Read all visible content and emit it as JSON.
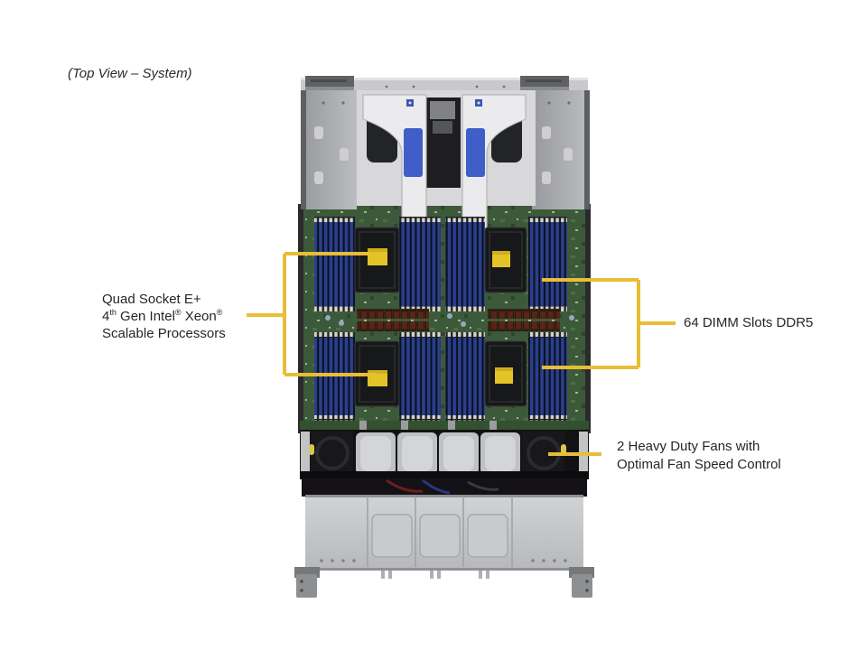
{
  "title": "(Top View – System)",
  "callouts": {
    "processors": {
      "line1": "Quad Socket E+",
      "line2_num": "4",
      "line2_sup1": "th",
      "line2_mid": " Gen Intel",
      "line2_sup2": "®",
      "line2_xeon": " Xeon",
      "line2_sup3": "®",
      "line3": "Scalable Processors"
    },
    "dimm": {
      "text": "64 DIMM Slots DDR5"
    },
    "fans": {
      "line1": "2 Heavy Duty Fans with",
      "line2": "Optimal Fan Speed Control"
    }
  },
  "colors": {
    "callout_line": "#e9bd35",
    "dimm_slot_blue": "#2a3f8c",
    "pcb_green": "#3c5a3a",
    "cpu_socket_black": "#17181a",
    "cpu_sticker_yellow": "#e3c428",
    "chassis_gray": "#c6c7c9",
    "riser_blue": "#3f5ec7",
    "text": "#262626"
  },
  "illustration": {
    "name": "server-chassis-top-view",
    "depicted_parts": [
      "psu-left",
      "psu-right",
      "riser-bracket",
      "air-shroud",
      "cpu-socket-1",
      "cpu-socket-2",
      "cpu-socket-3",
      "cpu-socket-4",
      "dimm-banks",
      "heavy-duty-fan-left",
      "heavy-duty-fan-right",
      "fan-modules",
      "front-cover",
      "rack-ear-left",
      "rack-ear-right"
    ]
  }
}
